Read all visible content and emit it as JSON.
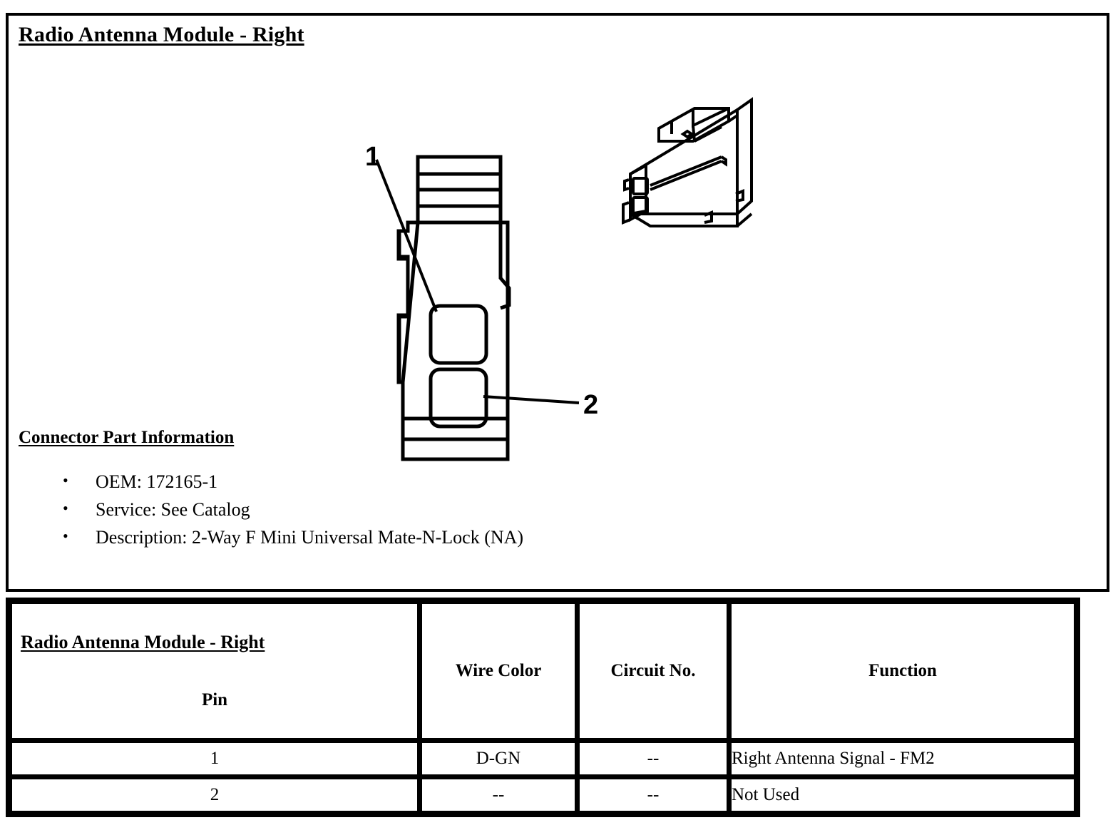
{
  "document": {
    "title": "Radio Antenna Module - Right"
  },
  "connector_figure": {
    "callouts": [
      {
        "label": "1",
        "target": "pin-1-cavity"
      },
      {
        "label": "2",
        "target": "pin-2-cavity"
      }
    ],
    "views": [
      {
        "name": "connector-face-view"
      },
      {
        "name": "connector-isometric-view"
      }
    ]
  },
  "part_info": {
    "heading": "Connector Part Information",
    "items": [
      "OEM: 172165-1",
      "Service: See Catalog",
      "Description: 2-Way F Mini Universal Mate-N-Lock (NA)"
    ]
  },
  "pin_table": {
    "headers": {
      "pin_main": "Radio Antenna Module - Right",
      "pin_sub": "Pin",
      "wire_color": "Wire Color",
      "circuit_no": "Circuit No.",
      "function": "Function"
    },
    "rows": [
      {
        "pin": "1",
        "wire_color": "D-GN",
        "circuit_no": "--",
        "function": "Right Antenna Signal - FM2"
      },
      {
        "pin": "2",
        "wire_color": "--",
        "circuit_no": "--",
        "function": "Not Used"
      }
    ]
  },
  "colors": {
    "ink": "#000000",
    "paper": "#ffffff"
  }
}
